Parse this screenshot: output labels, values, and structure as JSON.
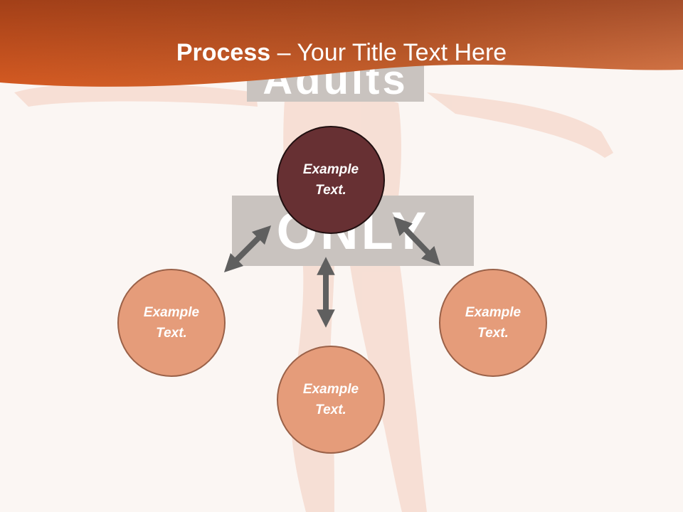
{
  "slide": {
    "title_strong": "Process",
    "title_rest": " – Your Title Text Here"
  },
  "watermark": {
    "top_text": "Adults",
    "middle_text": "ONLY"
  },
  "diagram": {
    "center_node": {
      "label": "Example Text.",
      "color": "#673033"
    },
    "left_node": {
      "label": "Example Text.",
      "color": "#e59c7a"
    },
    "bottom_node": {
      "label": "Example Text.",
      "color": "#e59c7a"
    },
    "right_node": {
      "label": "Example Text.",
      "color": "#e59c7a"
    },
    "arrow_color": "#5f5f5f"
  },
  "theme": {
    "band_color": "#d7652c",
    "background": "#fbf6f3"
  }
}
